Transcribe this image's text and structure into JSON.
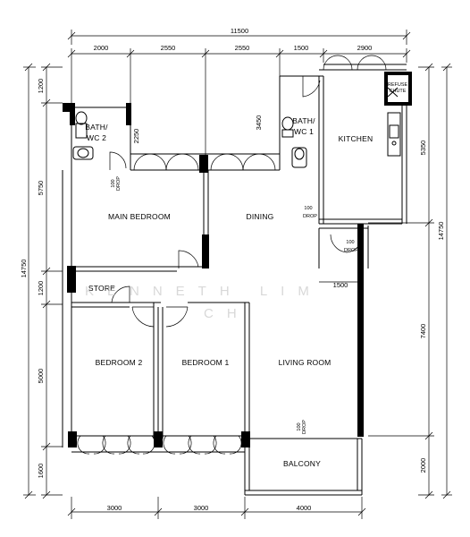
{
  "rooms": {
    "bath_wc2": [
      "BATH/",
      "WC 2"
    ],
    "bath_wc1": [
      "BATH/",
      "WC 1"
    ],
    "kitchen": "KITCHEN",
    "main_bedroom": "MAIN BEDROOM",
    "dining": "DINING",
    "store": "STORE",
    "bedroom2": "BEDROOM 2",
    "bedroom1": "BEDROOM 1",
    "living_room": "LIVING ROOM",
    "balcony": "BALCONY",
    "refuse_chute": [
      "REFUSE",
      "CHUTE"
    ]
  },
  "dimensions": {
    "top_total": "11500",
    "top_segments": [
      "2000",
      "2550",
      "2550",
      "1500",
      "2900"
    ],
    "bottom_segments": [
      "3000",
      "3000",
      "4000"
    ],
    "left_total": "14750",
    "left_segments": [
      "1200",
      "5750",
      "1200",
      "5000",
      "1600"
    ],
    "right_total": "14750",
    "right_segments": [
      "5350",
      "7400",
      "2000"
    ],
    "inner": {
      "bath2_height": "2250",
      "bath1_height": "3450",
      "kitchen_width": "1500"
    }
  },
  "drop_labels": {
    "value": "100",
    "word": "DROP"
  },
  "watermark": {
    "line1": "KENNETH LIM",
    "line2": "CH"
  }
}
